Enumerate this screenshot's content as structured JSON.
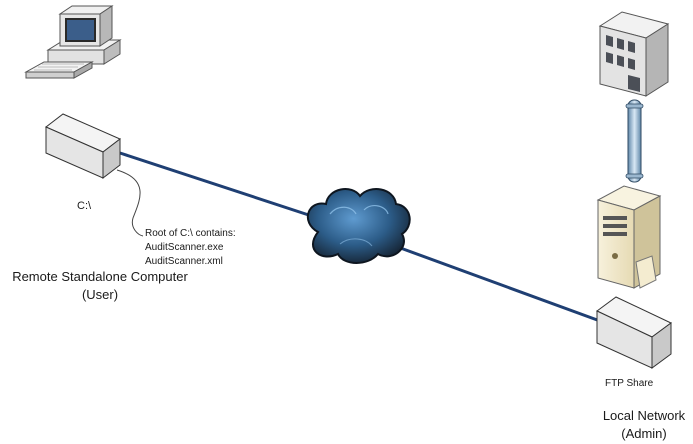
{
  "remote": {
    "drive_label": "C:\\",
    "contents_heading": "Root of C:\\ contains:",
    "files": [
      "AuditScanner.exe",
      "AuditScanner.xml"
    ],
    "title_line1": "Remote Standalone Computer",
    "title_line2": "(User)"
  },
  "local": {
    "share_label": "FTP Share",
    "title_line1": "Local Network",
    "title_line2": "(Admin)"
  },
  "icons": {
    "workstation": "desktop-computer-icon",
    "remote_drive": "external-drive-icon",
    "network": "cloud-icon",
    "building": "office-building-icon",
    "server": "server-tower-icon",
    "share_drive": "external-drive-icon"
  },
  "colors": {
    "link_line": "#1f3f73",
    "cloud_dark": "#1b2a3c",
    "cloud_light": "#3c7bb0"
  }
}
